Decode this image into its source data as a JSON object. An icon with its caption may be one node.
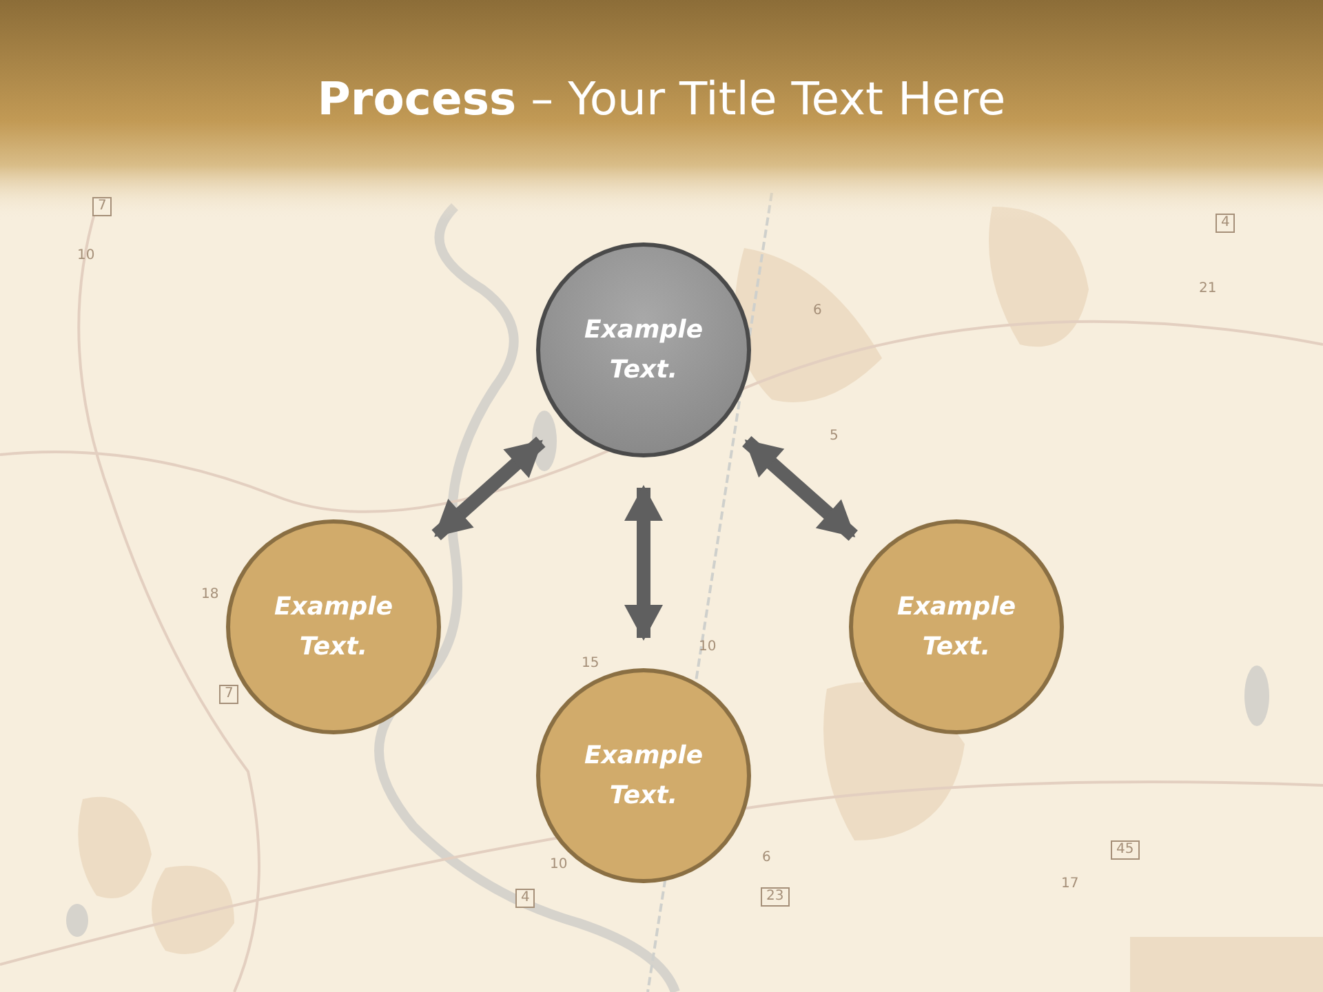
{
  "diagram": {
    "title": "**Process** – Your Title Text Here",
    "nodes": [
      {
        "text": [
          "Example Text."
        ]
      },
      {
        "text": [
          "Example Text."
        ]
      },
      {
        "text": [
          "Example Text."
        ]
      },
      {
        "text": [
          "Example Text."
        ]
      }
    ],
    "edges": [
      {
        "from": 0,
        "to": 1,
        "arrow": "both"
      },
      {
        "from": 0,
        "to": 2,
        "arrow": "both"
      },
      {
        "from": 0,
        "to": 3,
        "arrow": "both"
      }
    ],
    "labels": [
      "7",
      "4",
      "10",
      "21",
      "6",
      "5",
      "18",
      "10",
      "15",
      "7",
      "45",
      "6",
      "10",
      "17",
      "4",
      "23"
    ]
  }
}
